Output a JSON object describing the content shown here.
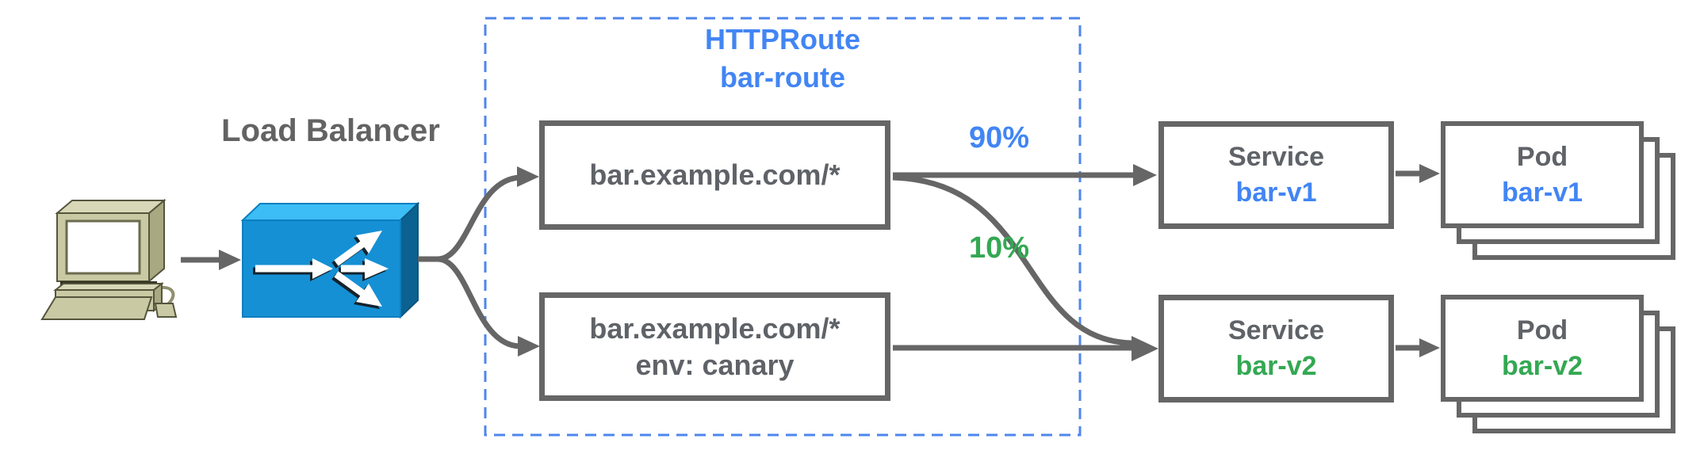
{
  "colors": {
    "blue": "#4285f4",
    "green": "#34a853",
    "gray_text": "#5f6368",
    "line": "#666666",
    "dash_border": "#4e86ec",
    "lb_front": "#1590d4",
    "lb_top": "#3cbdf5",
    "lb_side": "#0b6290"
  },
  "labels": {
    "load_balancer": "Load Balancer"
  },
  "http_route": {
    "title": "HTTPRoute",
    "name": "bar-route",
    "rules": [
      {
        "line1": "bar.example.com/*"
      },
      {
        "line1": "bar.example.com/*",
        "line2": "env: canary"
      }
    ]
  },
  "traffic": {
    "to_v1": "90%",
    "to_v2": "10%"
  },
  "services": [
    {
      "kind": "Service",
      "name": "bar-v1"
    },
    {
      "kind": "Service",
      "name": "bar-v2"
    }
  ],
  "pods": [
    {
      "kind": "Pod",
      "name": "bar-v1"
    },
    {
      "kind": "Pod",
      "name": "bar-v2"
    }
  ],
  "icons": {
    "client": "desktop-computer-icon",
    "load_balancer": "load-balancer-icon"
  }
}
